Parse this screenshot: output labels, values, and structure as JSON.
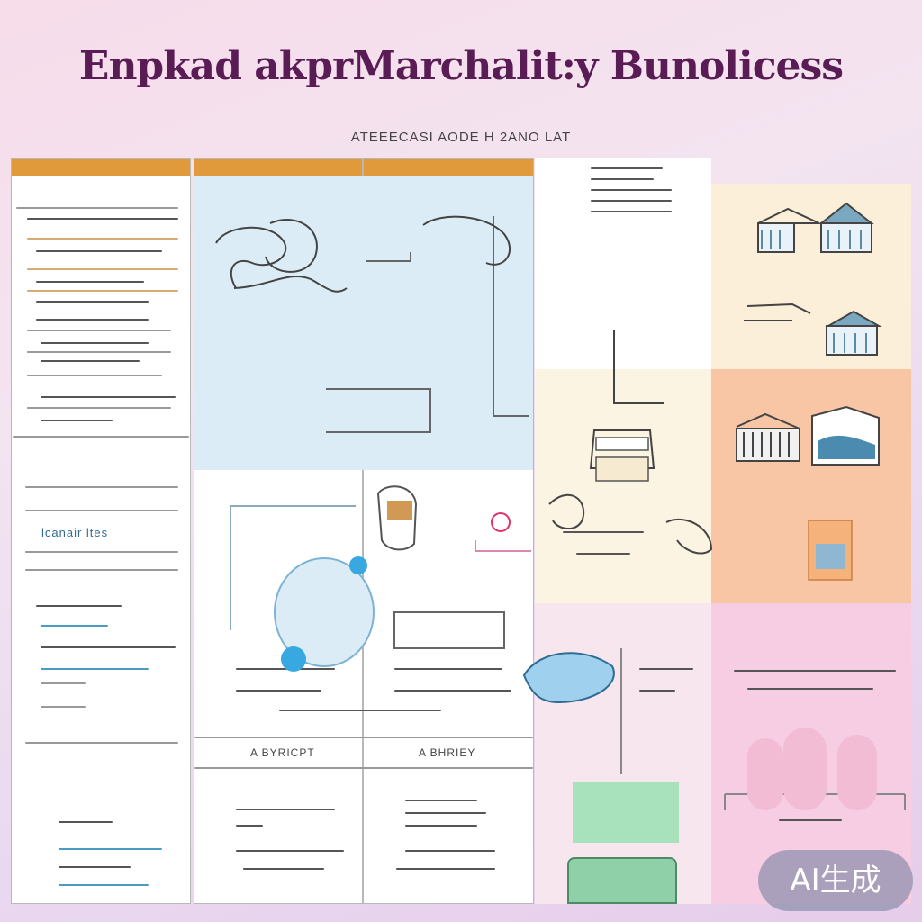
{
  "header": {
    "title": "Enpkad akprMarchalit:y Bunolicess",
    "subtitle": "ATEEECASI AODE H 2ANO LAT"
  },
  "columns": [
    {
      "label": ""
    },
    {
      "label": ""
    },
    {
      "label": ""
    }
  ],
  "left_panel": {
    "heading": "",
    "mid_label": "lcanair ltes"
  },
  "center": {
    "box_label_1": "A BYRICPT",
    "box_label_2": "A BHRIEY"
  },
  "right_panel": {
    "green_box_label": ""
  },
  "watermark": "AI生成"
}
